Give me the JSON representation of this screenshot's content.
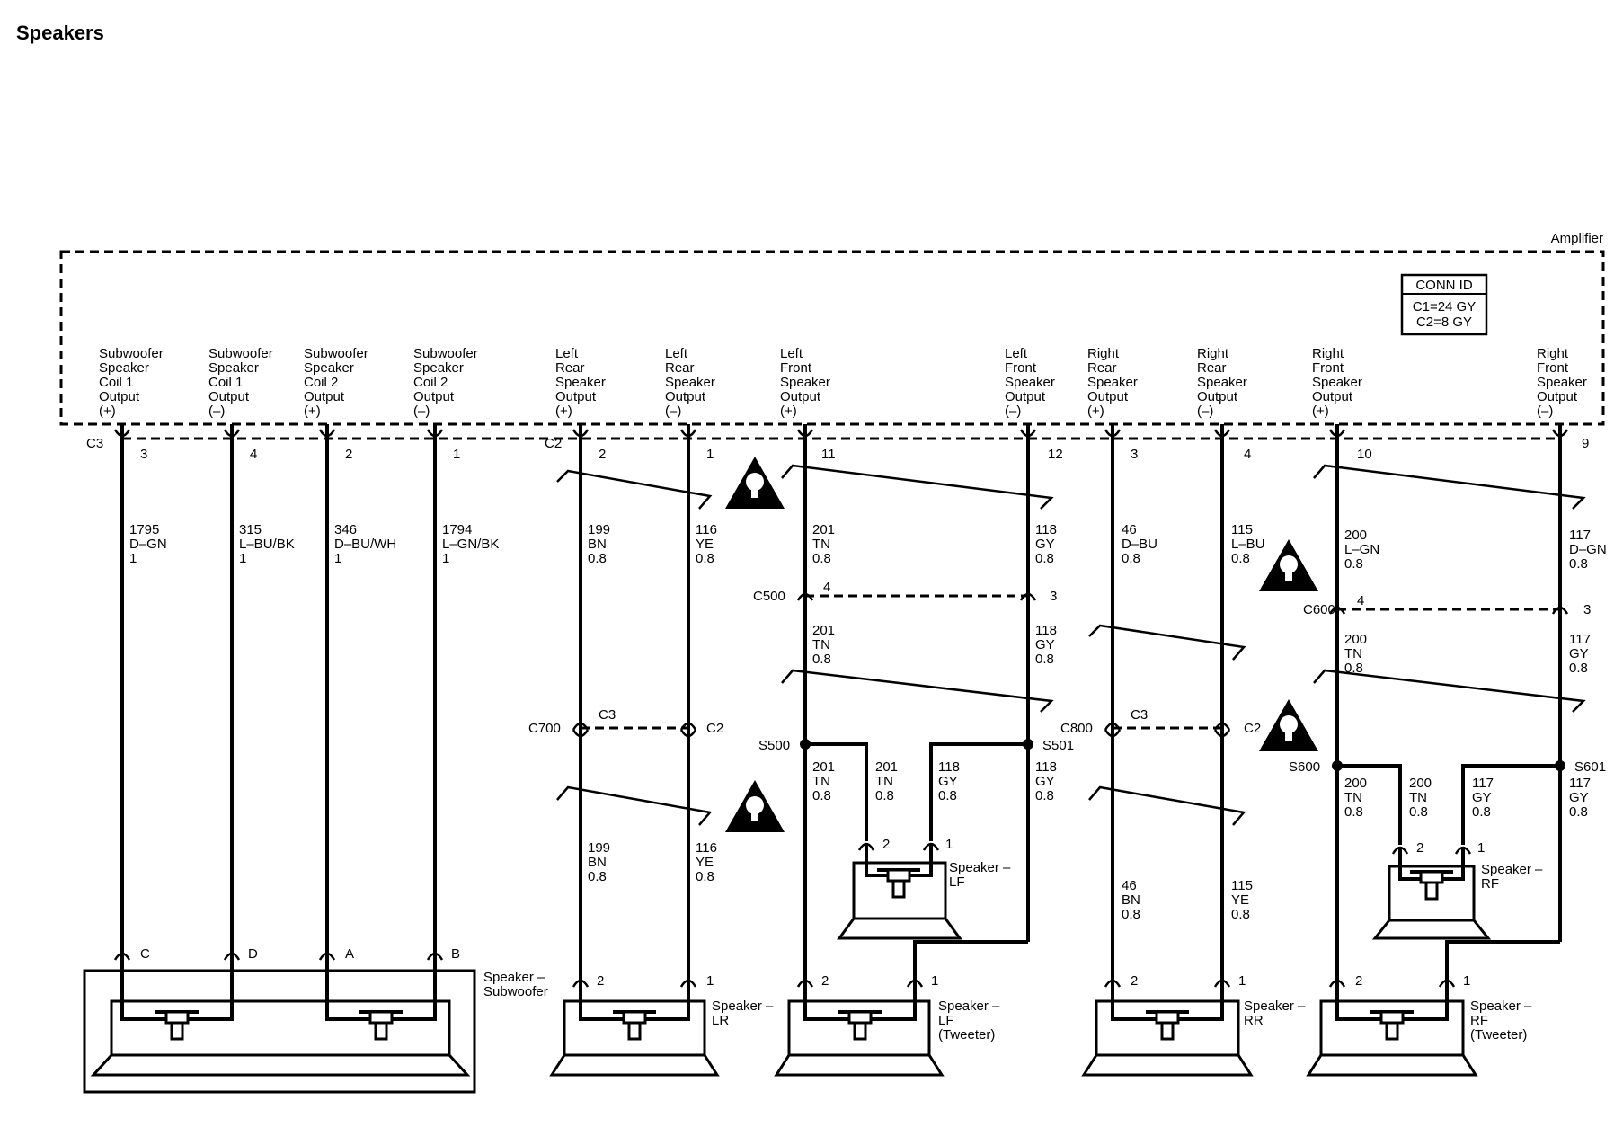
{
  "title": "Speakers",
  "amplifier": {
    "label": "Amplifier",
    "conn_id": {
      "header": "CONN ID",
      "c1": "C1=24 GY",
      "c2": "C2=8 GY"
    }
  },
  "outputs": [
    [
      "Subwoofer",
      "Speaker",
      "Coil 1",
      "Output",
      "(+)"
    ],
    [
      "Subwoofer",
      "Speaker",
      "Coil 1",
      "Output",
      "(–)"
    ],
    [
      "Subwoofer",
      "Speaker",
      "Coil 2",
      "Output",
      "(+)"
    ],
    [
      "Subwoofer",
      "Speaker",
      "Coil 2",
      "Output",
      "(–)"
    ],
    [
      "Left",
      "Rear",
      "Speaker",
      "Output",
      "(+)"
    ],
    [
      "Left",
      "Rear",
      "Speaker",
      "Output",
      "(–)"
    ],
    [
      "Left",
      "Front",
      "Speaker",
      "Output",
      "(+)"
    ],
    [
      "Left",
      "Front",
      "Speaker",
      "Output",
      "(–)"
    ],
    [
      "Right",
      "Rear",
      "Speaker",
      "Output",
      "(+)"
    ],
    [
      "Right",
      "Rear",
      "Speaker",
      "Output",
      "(–)"
    ],
    [
      "Right",
      "Front",
      "Speaker",
      "Output",
      "(+)"
    ],
    [
      "Right",
      "Front",
      "Speaker",
      "Output",
      "(–)"
    ]
  ],
  "connectors": [
    "C3",
    "C2",
    "C500",
    "C600",
    "C700",
    "C800"
  ],
  "pins_top": [
    "3",
    "4",
    "2",
    "1",
    "2",
    "1",
    "11",
    "12",
    "3",
    "4",
    "10",
    "9"
  ],
  "pins_mid": [
    "4",
    "3",
    "4",
    "3"
  ],
  "pins_inline": [
    "C3",
    "C2",
    "C3",
    "C2"
  ],
  "pins_speaker": [
    "C",
    "D",
    "A",
    "B",
    "2",
    "1",
    "2",
    "1",
    "2",
    "1",
    "2",
    "1",
    "2",
    "1",
    "2",
    "1"
  ],
  "splices": [
    "S500",
    "S501",
    "S600",
    "S601"
  ],
  "wires": [
    [
      "1795",
      "D–GN",
      "1"
    ],
    [
      "315",
      "L–BU/BK",
      "1"
    ],
    [
      "346",
      "D–BU/WH",
      "1"
    ],
    [
      "1794",
      "L–GN/BK",
      "1"
    ],
    [
      "199",
      "BN",
      "0.8"
    ],
    [
      "116",
      "YE",
      "0.8"
    ],
    [
      "201",
      "TN",
      "0.8"
    ],
    [
      "118",
      "GY",
      "0.8"
    ],
    [
      "46",
      "D–BU",
      "0.8"
    ],
    [
      "115",
      "L–BU",
      "0.8"
    ],
    [
      "200",
      "L–GN",
      "0.8"
    ],
    [
      "117",
      "D–GN",
      "0.8"
    ],
    [
      "201",
      "TN",
      "0.8"
    ],
    [
      "118",
      "GY",
      "0.8"
    ],
    [
      "200",
      "TN",
      "0.8"
    ],
    [
      "117",
      "GY",
      "0.8"
    ],
    [
      "199",
      "BN",
      "0.8"
    ],
    [
      "116",
      "YE",
      "0.8"
    ],
    [
      "201",
      "TN",
      "0.8"
    ],
    [
      "201",
      "TN",
      "0.8"
    ],
    [
      "118",
      "GY",
      "0.8"
    ],
    [
      "118",
      "GY",
      "0.8"
    ],
    [
      "46",
      "BN",
      "0.8"
    ],
    [
      "115",
      "YE",
      "0.8"
    ],
    [
      "200",
      "TN",
      "0.8"
    ],
    [
      "200",
      "TN",
      "0.8"
    ],
    [
      "117",
      "GY",
      "0.8"
    ],
    [
      "117",
      "GY",
      "0.8"
    ]
  ],
  "speakers": [
    [
      "Speaker –",
      "Subwoofer",
      ""
    ],
    [
      "Speaker –",
      "LR",
      ""
    ],
    [
      "Speaker –",
      "LF",
      "(Tweeter)"
    ],
    [
      "Speaker –",
      "LF",
      ""
    ],
    [
      "Speaker –",
      "RR",
      ""
    ],
    [
      "Speaker –",
      "RF",
      "(Tweeter)"
    ],
    [
      "Speaker –",
      "RF",
      ""
    ]
  ]
}
